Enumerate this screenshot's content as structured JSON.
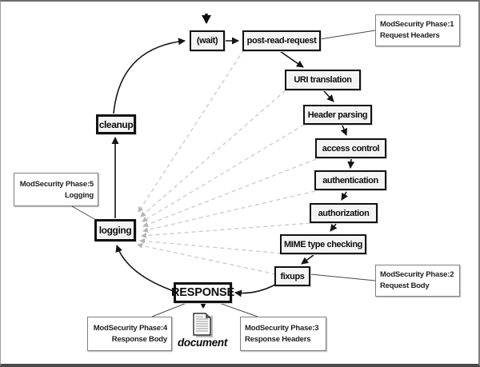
{
  "nodes": {
    "wait": "(wait)",
    "post_read_request": "post-read-request",
    "uri_translation": "URI translation",
    "header_parsing": "Header parsing",
    "access_control": "access control",
    "authentication": "authentication",
    "authorization": "authorization",
    "mime_type_checking": "MIME type checking",
    "fixups": "fixups",
    "response": "RESPONSE",
    "logging": "logging",
    "cleanup": "cleanup"
  },
  "annotations": {
    "phase1": {
      "title": "ModSecurity Phase:1",
      "subtitle": "Request Headers"
    },
    "phase2": {
      "title": "ModSecurity Phase:2",
      "subtitle": "Request Body"
    },
    "phase3": {
      "title": "ModSecurity Phase:3",
      "subtitle": "Response Headers"
    },
    "phase4": {
      "title": "ModSecurity Phase:4",
      "subtitle": "Response Body"
    },
    "phase5": {
      "title": "ModSecurity Phase:5",
      "subtitle": "Logging"
    }
  },
  "document_label": "document",
  "colors": {
    "node_border": "#111111",
    "node_fill": "#f4f4f4",
    "annotation_border": "#808080",
    "arrow": "#151515",
    "dashed_line": "#c9c9c9",
    "connector_line": "#4a4a4a",
    "background": "#ffffff"
  }
}
